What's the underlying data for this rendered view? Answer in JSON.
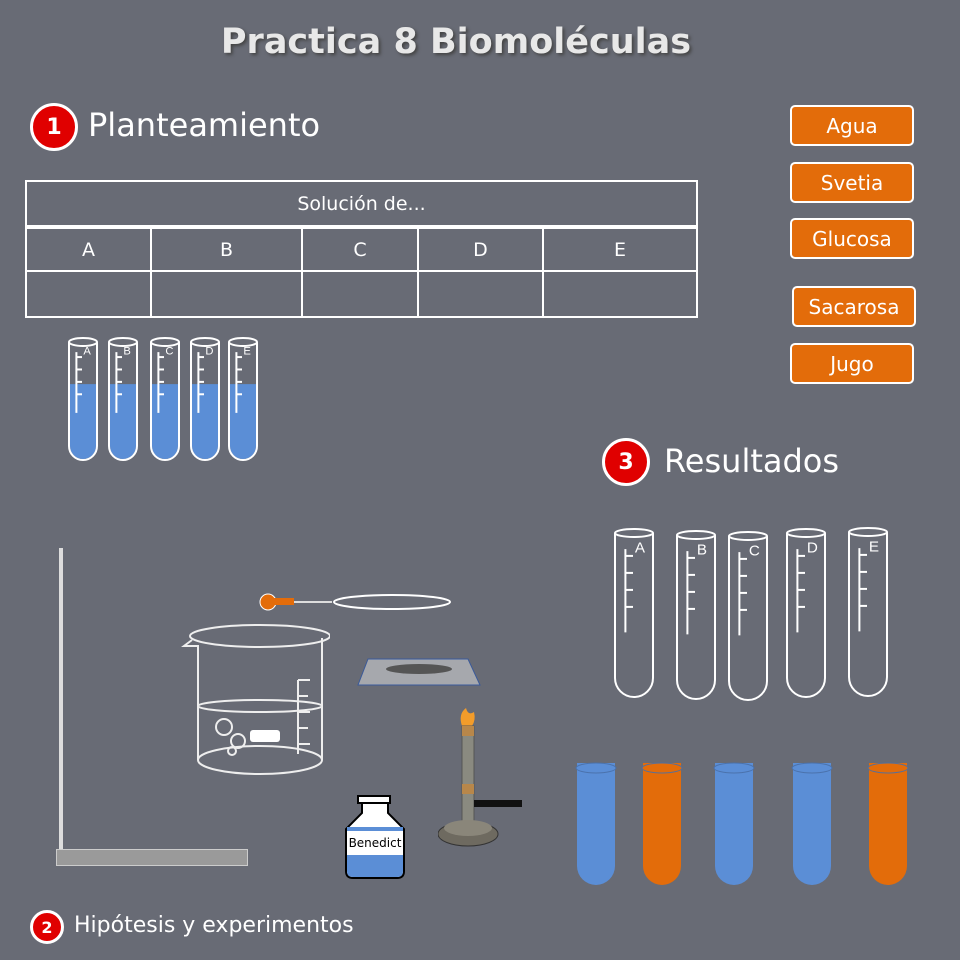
{
  "title": "Practica 8 Biomoléculas",
  "sections": [
    {
      "number": "1",
      "label": "Planteamiento"
    },
    {
      "number": "2",
      "label": "Hipótesis y experimentos"
    },
    {
      "number": "3",
      "label": "Resultados"
    }
  ],
  "table": {
    "header": "Solución de...",
    "columns": [
      "A",
      "B",
      "C",
      "D",
      "E"
    ],
    "values": [
      "",
      "",
      "",
      "",
      ""
    ]
  },
  "buttons": [
    "Agua",
    "Svetia",
    "Glucosa",
    "Sacarosa",
    "Jugo"
  ],
  "tube_labels": [
    "A",
    "B",
    "C",
    "D",
    "E"
  ],
  "bottle_label": "Benedict",
  "result_colors": [
    "#5b8ed6",
    "#e36c0a",
    "#5b8ed6",
    "#5b8ed6",
    "#e36c0a"
  ],
  "colors": {
    "background": "#686b75",
    "accent": "#e36c0a",
    "liquid": "#5b8ed6",
    "badge": "#e00000"
  }
}
